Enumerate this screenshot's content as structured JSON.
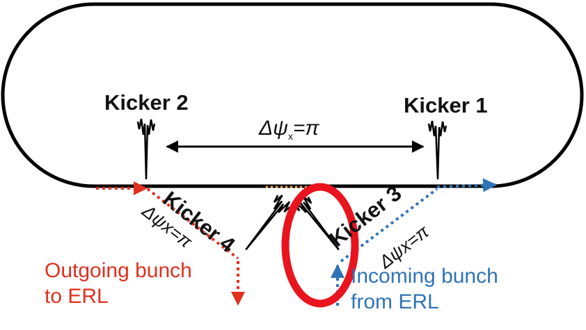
{
  "labels": {
    "kicker1": "Kicker 1",
    "kicker2": "Kicker 2",
    "kicker3": "Kicker 3",
    "kicker4": "Kicker 4",
    "phase_center_pre": "Δψ",
    "phase_center_sub": "x",
    "phase_center_post": "=π",
    "phase_left": "Δψx=π",
    "phase_right": "Δψx=π",
    "outgoing_line1": "Outgoing bunch",
    "outgoing_line2": "to ERL",
    "incoming_line1": "Incoming bunch",
    "incoming_line2": "from ERL"
  },
  "colors": {
    "ring": "#000000",
    "outgoing": "#e0301e",
    "incoming": "#2f73b6",
    "highlight": "#e8141e",
    "mid_dots": "#f0a040"
  }
}
